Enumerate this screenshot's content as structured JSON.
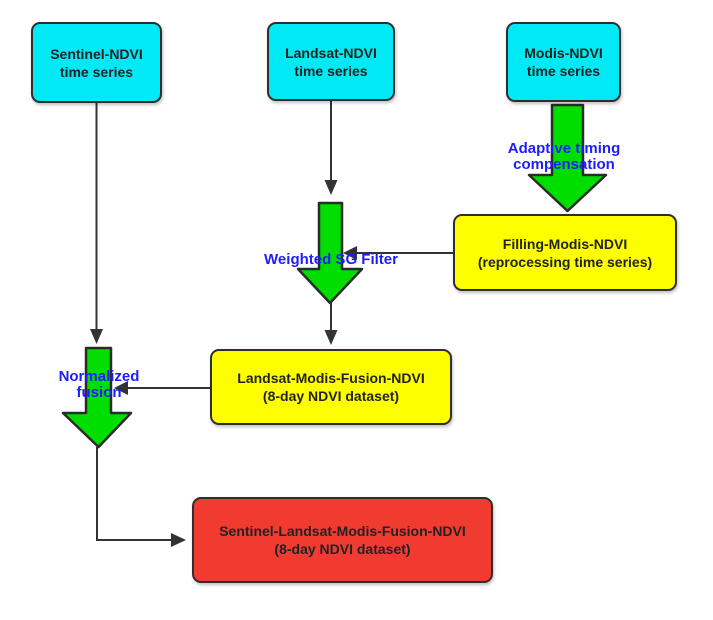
{
  "colors": {
    "node_cyan": "#00E9F5",
    "node_yellow": "#FDFF00",
    "node_red": "#F23B30",
    "arrow_green": "#00DE00",
    "line_dark": "#333333",
    "label_blue": "#1D1DFF"
  },
  "nodes": {
    "sentinel": {
      "line1": "Sentinel-NDVI",
      "line2": "time series"
    },
    "landsat": {
      "line1": "Landsat-NDVI",
      "line2": "time series"
    },
    "modis": {
      "line1": "Modis-NDVI",
      "line2": "time series"
    },
    "filling_modis": {
      "line1": "Filling-Modis-NDVI",
      "line2": "(reprocessing time series)"
    },
    "landsat_modis_fusion": {
      "line1": "Landsat-Modis-Fusion-NDVI",
      "line2": "(8-day NDVI dataset)"
    },
    "sentinel_landsat_modis_fusion": {
      "line1": "Sentinel-Landsat-Modis-Fusion-NDVI",
      "line2": "(8-day NDVI dataset)"
    }
  },
  "labels": {
    "adaptive": {
      "line1": "Adaptive timing",
      "line2": "compensation"
    },
    "weighted": {
      "line1": "Weighted SG Filter"
    },
    "normalized": {
      "line1": "Normalized",
      "line2": "fusion"
    }
  }
}
